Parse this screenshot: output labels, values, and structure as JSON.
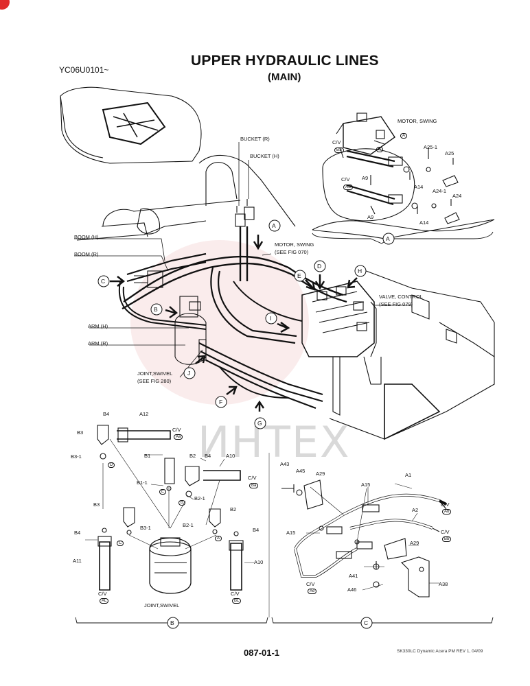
{
  "header": {
    "title": "UPPER HYDRAULIC LINES",
    "subtitle": "(MAIN)",
    "model_code": "YC06U0101~"
  },
  "watermark": "ИНТЕХ",
  "main_view": {
    "labels": {
      "bucket_r": "BUCKET (R)",
      "bucket_h": "BUCKET (H)",
      "boom_h": "BOOM (H)",
      "boom_r": "BOOM (R)",
      "arm_h": "ARM (H)",
      "arm_r": "ARM (R)",
      "motor_swing_1": "MOTOR, SWING",
      "motor_swing_2": "(SEE FIG 070)",
      "valve_control_1": "VALVE, CONTROL",
      "valve_control_2": "(SEE FIG 079)",
      "joint_swivel_1": "JOINT,SWIVEL",
      "joint_swivel_2": "(SEE FIG 280)"
    },
    "callouts": [
      "A",
      "B",
      "C",
      "D",
      "E",
      "F",
      "G",
      "H",
      "I",
      "J"
    ]
  },
  "detail_a": {
    "label": "A",
    "motor_label": "MOTOR, SWING",
    "parts": [
      "A9",
      "A9",
      "A14",
      "A14",
      "A24",
      "A24-1",
      "A25",
      "A25-1"
    ],
    "cv_labels": [
      "C/V",
      "C/V"
    ],
    "cv_codes": [
      "BS",
      "AS"
    ],
    "motor_callout": "A",
    "fitting_callout": "B"
  },
  "detail_b": {
    "label": "B",
    "parts": [
      "B4",
      "A12",
      "B3",
      "B3-1",
      "B1",
      "B2",
      "B4",
      "A10",
      "B1-1",
      "B2-1",
      "B3",
      "B3-1",
      "B2",
      "B2-1",
      "B4",
      "B4",
      "A11",
      "A10"
    ],
    "cv_labels": [
      "C/V",
      "C/V",
      "C/V",
      "C/V"
    ],
    "cv_codes": [
      "Aa",
      "Ba",
      "AL",
      "BL"
    ],
    "circle_refs": [
      "D",
      "E",
      "B",
      "C",
      "A"
    ],
    "component_label": "JOINT,SWIVEL"
  },
  "detail_c": {
    "label": "C",
    "parts": [
      "A43",
      "A45",
      "A29",
      "A1",
      "A15",
      "A2",
      "A15",
      "A29",
      "A41",
      "A38",
      "A46"
    ],
    "cv_labels": [
      "C/V",
      "C/V",
      "C/V"
    ],
    "cv_codes": [
      "Ab",
      "Bb",
      "Ae"
    ]
  },
  "footer": {
    "page_number": "087-01-1",
    "reference": "SK330LC Dynamic Acera PM REV 1, 04/09"
  }
}
